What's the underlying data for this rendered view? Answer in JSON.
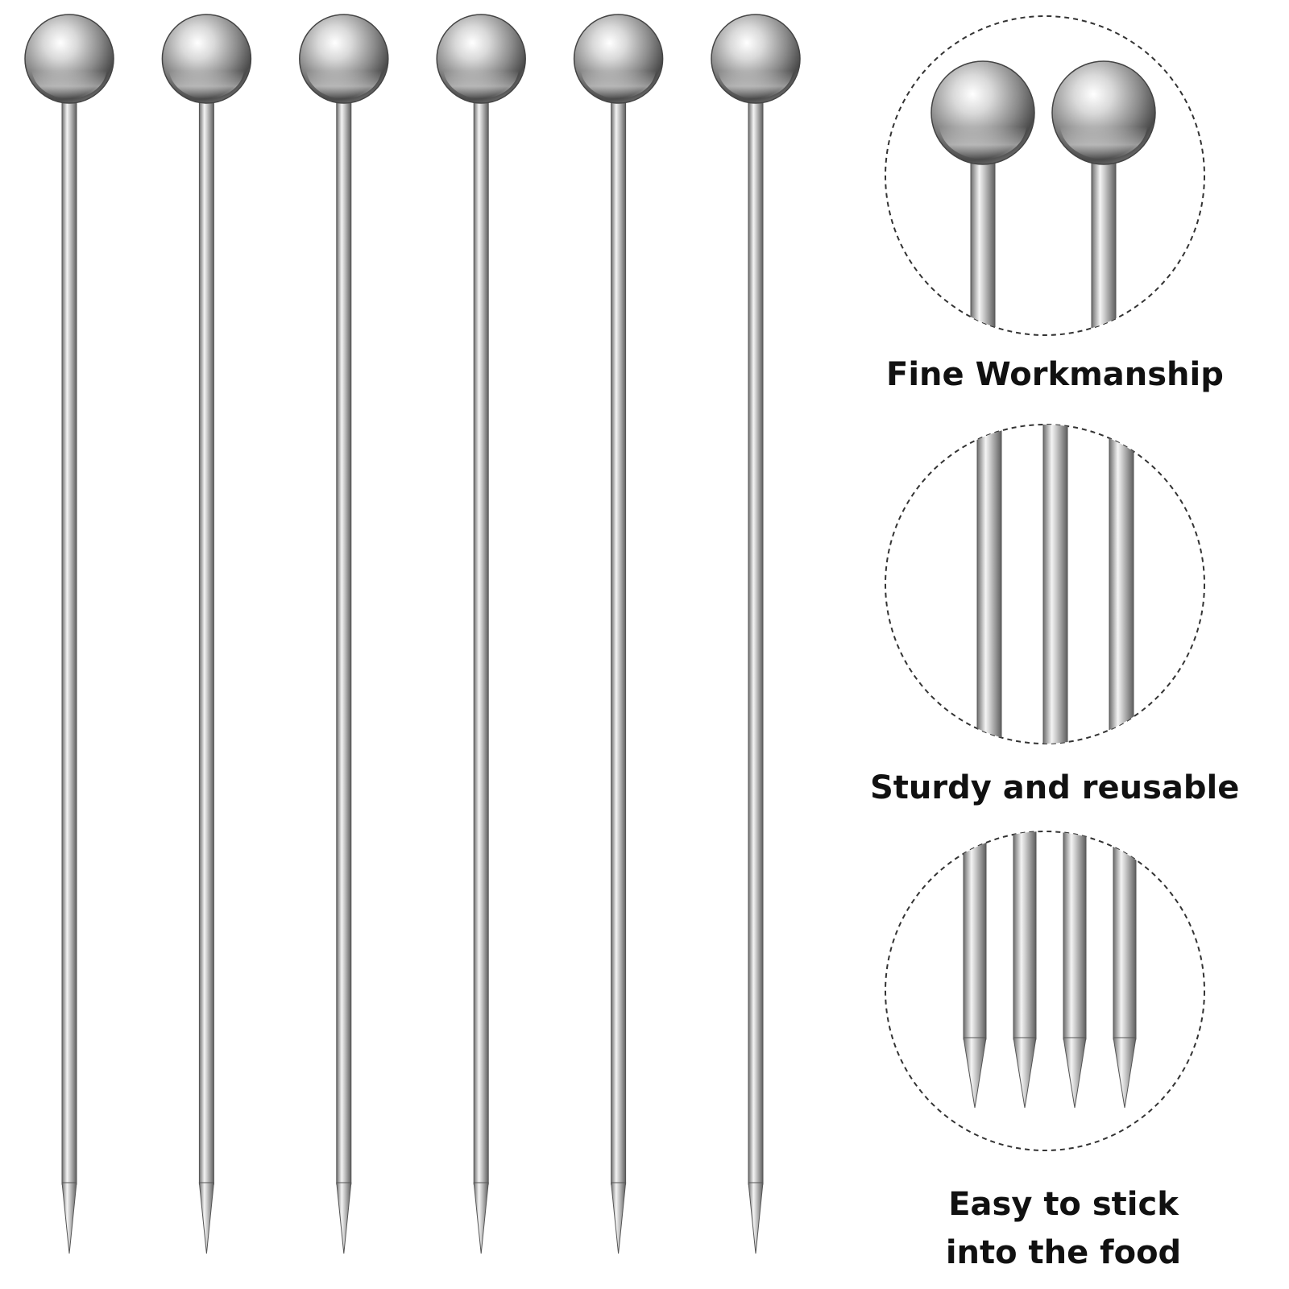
{
  "palette": {
    "background": "#ffffff",
    "metal_dark": "#4a4a4a",
    "metal_mid": "#9a9a9a",
    "metal_light": "#f2f2f2",
    "outline": "#555555",
    "caption_text": "#111111",
    "dashed_circle": "#333333"
  },
  "product": {
    "item_name": "cocktail-pick",
    "pick_count": 6
  },
  "features": [
    {
      "caption_lines": [
        "Fine Workmanship"
      ],
      "detail": "ball-heads"
    },
    {
      "caption_lines": [
        "Sturdy and reusable"
      ],
      "detail": "shafts"
    },
    {
      "caption_lines": [
        "Easy to stick",
        "into the food"
      ],
      "detail": "sharp-tips"
    }
  ]
}
